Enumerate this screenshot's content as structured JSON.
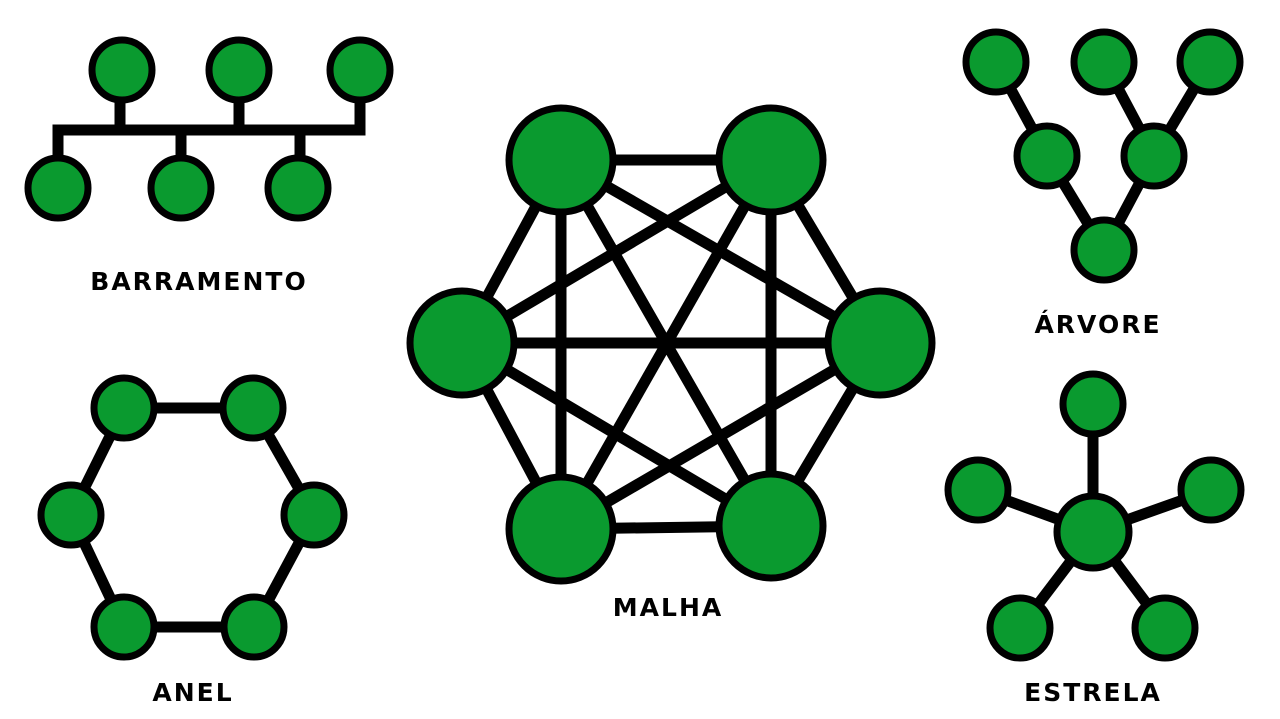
{
  "colors": {
    "node_fill": "#0a9a2f",
    "stroke": "#000000",
    "background": "#ffffff"
  },
  "topologies": {
    "bus": {
      "label": "BARRAMENTO",
      "nodes": 6
    },
    "mesh": {
      "label": "MALHA",
      "nodes": 6
    },
    "tree": {
      "label": "ÁRVORE",
      "nodes": 6
    },
    "ring": {
      "label": "ANEL",
      "nodes": 6
    },
    "star": {
      "label": "ESTRELA",
      "nodes": 6
    }
  }
}
